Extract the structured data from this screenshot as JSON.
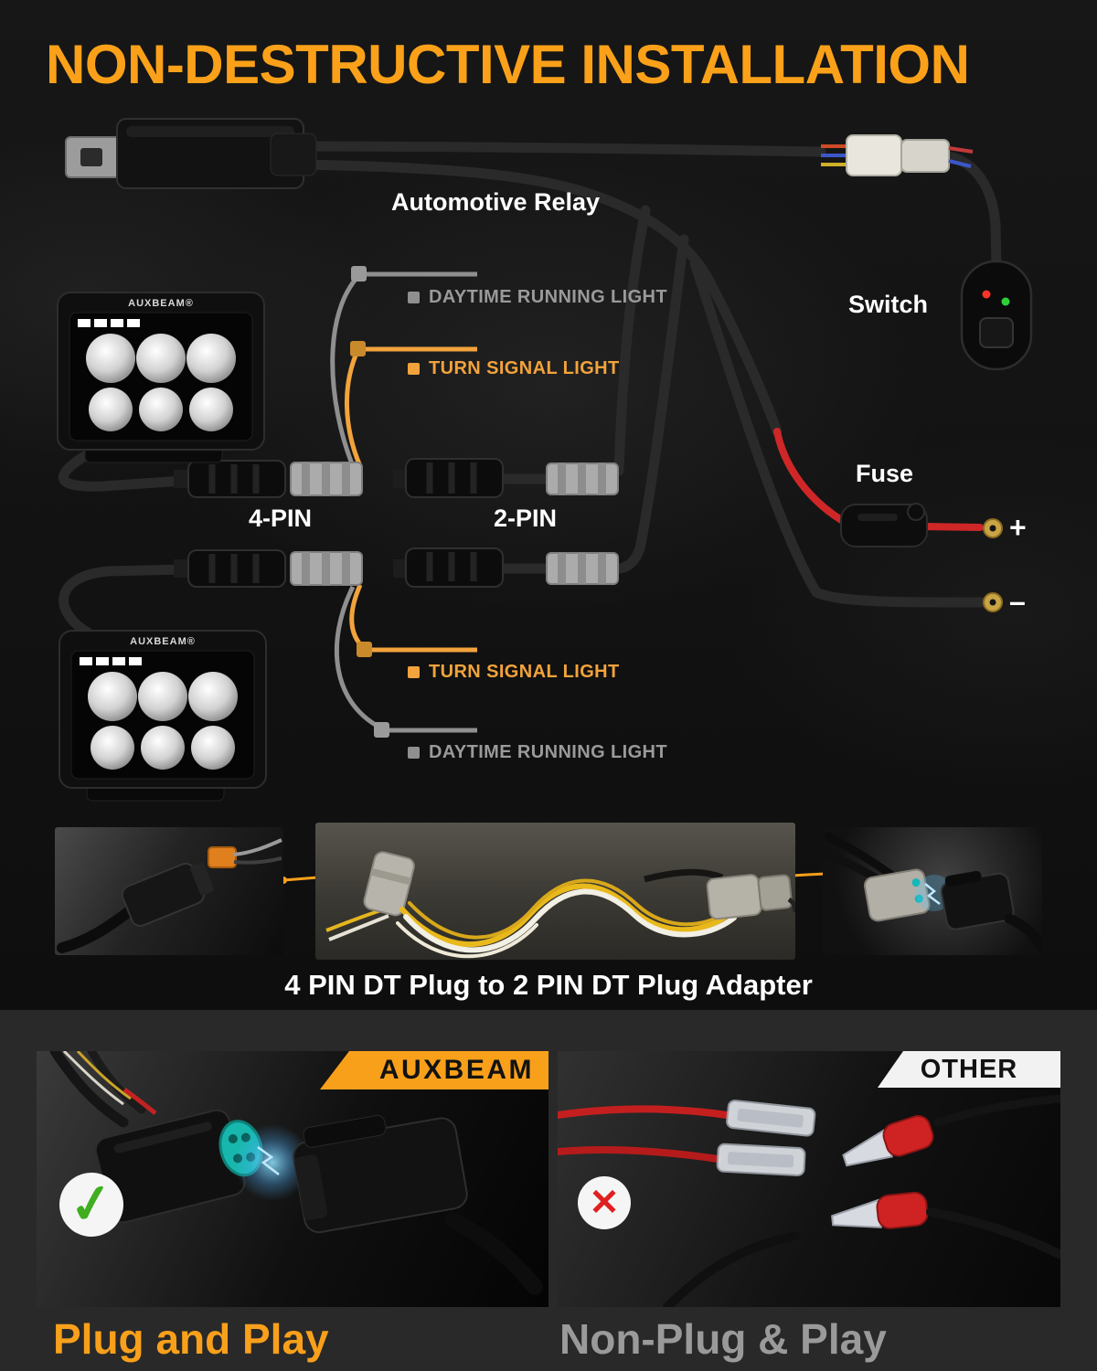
{
  "title": "NON-DESTRUCTIVE INSTALLATION",
  "diagram": {
    "relay_label": "Automotive Relay",
    "switch_label": "Switch",
    "fuse_label": "Fuse",
    "pin4_label": "4-PIN",
    "pin2_label": "2-PIN",
    "positive_label": "+",
    "negative_label": "–",
    "drl_label_top": "DAYTIME RUNNING LIGHT",
    "turn_label_top": "TURN SIGNAL LIGHT",
    "turn_label_bottom": "TURN SIGNAL LIGHT",
    "drl_label_bottom": "DAYTIME RUNNING LIGHT",
    "light_brand": "AUXBEAM®"
  },
  "adapter": {
    "caption": "4 PIN DT Plug to 2 PIN DT Plug Adapter"
  },
  "comparison": {
    "left": {
      "brand": "AUXBEAM",
      "caption": "Plug and Play",
      "check_glyph": "✓"
    },
    "right": {
      "brand": "OTHER",
      "caption": "Non-Plug & Play",
      "cross_glyph": "✕"
    }
  },
  "colors": {
    "accent_orange": "#F9A01B",
    "turn_signal_orange": "#F2A33C",
    "drl_gray": "#9A9A9A",
    "power_red": "#CF2727",
    "check_green": "#3FAE1F",
    "cross_red": "#E01F1F",
    "background": "#121212"
  }
}
